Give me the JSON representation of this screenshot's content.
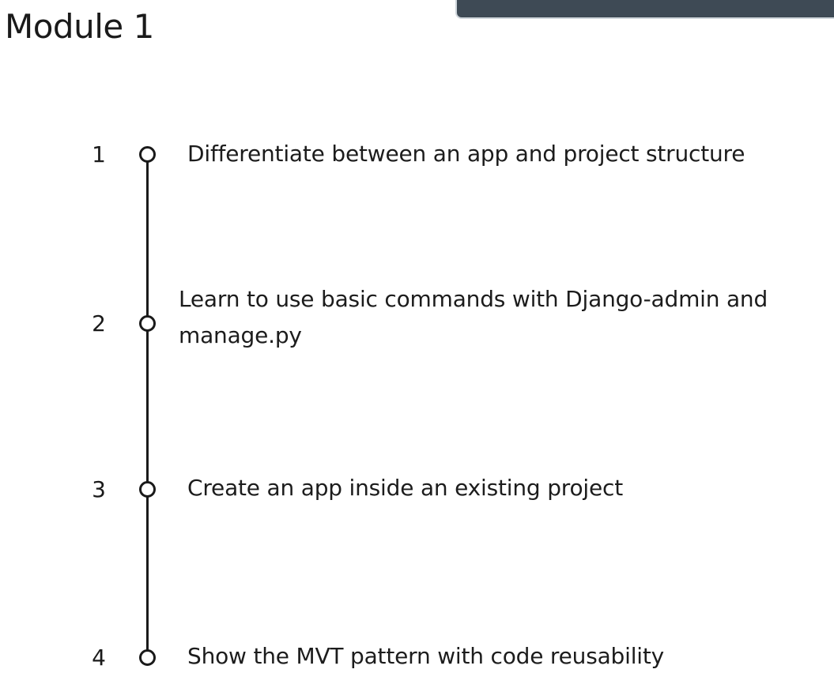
{
  "page": {
    "title": "Module 1"
  },
  "steps": [
    {
      "number": "1",
      "lines": [
        "Differentiate between an app and project structure"
      ]
    },
    {
      "number": "2",
      "lines": [
        "Learn to use basic commands with Django-admin and",
        "manage.py"
      ]
    },
    {
      "number": "3",
      "lines": [
        "Create an app inside an existing project"
      ]
    },
    {
      "number": "4",
      "lines": [
        "Show the MVT pattern with code reusability"
      ]
    }
  ],
  "colors": {
    "text": "#1c1c1c",
    "timeline": "#1a1a1a",
    "overlay_bar": "#3e4a55",
    "background": "#ffffff"
  },
  "icons": {
    "step_marker": "hollow-circle-icon"
  }
}
